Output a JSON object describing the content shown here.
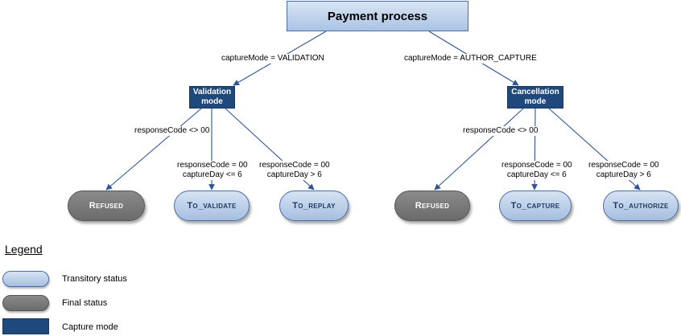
{
  "title": "Payment process",
  "branches": {
    "left_condition": "captureMode = VALIDATION",
    "right_condition": "captureMode = AUTHOR_CAPTURE"
  },
  "modes": {
    "left": {
      "line1": "Validation",
      "line2": "mode"
    },
    "right": {
      "line1": "Cancellation",
      "line2": "mode"
    }
  },
  "conditions": {
    "left_refused": "responseCode <> 00",
    "left_validate": {
      "line1": "responseCode = 00",
      "line2": "captureDay <= 6"
    },
    "left_replay": {
      "line1": "responseCode = 00",
      "line2": "captureDay > 6"
    },
    "right_refused": "responseCode <> 00",
    "right_capture": {
      "line1": "responseCode = 00",
      "line2": "captureDay <= 6"
    },
    "right_authorize": {
      "line1": "responseCode = 00",
      "line2": "captureDay > 6"
    }
  },
  "statuses": {
    "refused_left": "Refused",
    "to_validate": "To_validate",
    "to_replay": "To_replay",
    "refused_right": "Refused",
    "to_capture": "To_capture",
    "to_authorize": "To_authorize"
  },
  "legend": {
    "title": "Legend",
    "items": [
      {
        "label": "Transitory status"
      },
      {
        "label": "Final status"
      },
      {
        "label": "Capture mode"
      }
    ]
  },
  "colors": {
    "capture_mode": "#1f497d",
    "final_status": "#7a7a7a",
    "transitory_status": "#b8cde9",
    "connector": "#2f5597"
  }
}
